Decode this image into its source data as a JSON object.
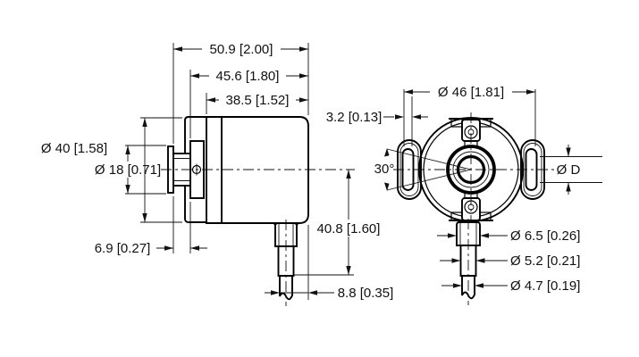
{
  "drawing": {
    "type": "encoder-outline-dimension-drawing",
    "units_note": "mm [inch]",
    "left_view": {
      "dim_total_length": "50.9 [2.00]",
      "dim_length_from_collar": "45.6 [1.80]",
      "dim_body_length": "38.5 [1.52]",
      "dim_body_diameter": "Ø 40 [1.58]",
      "dim_collar_diameter": "Ø 18 [0.71]",
      "dim_collar_protrusion": "6.9 [0.27]",
      "dim_cable_drop": "40.8 [1.60]",
      "dim_cable_offset": "8.8 [0.35]"
    },
    "front_view": {
      "dim_mounting_slot_circle": "Ø 46 [1.81]",
      "dim_slot_width": "3.2 [0.13]",
      "dim_slot_angle": "30°",
      "dim_shaft_bore": "Ø D",
      "dim_gland_diameter": "Ø 6.5 [0.26]",
      "dim_cable_sleeve_diameter": "Ø 5.2 [0.21]",
      "dim_cable_diameter": "Ø 4.7 [0.19]"
    }
  }
}
